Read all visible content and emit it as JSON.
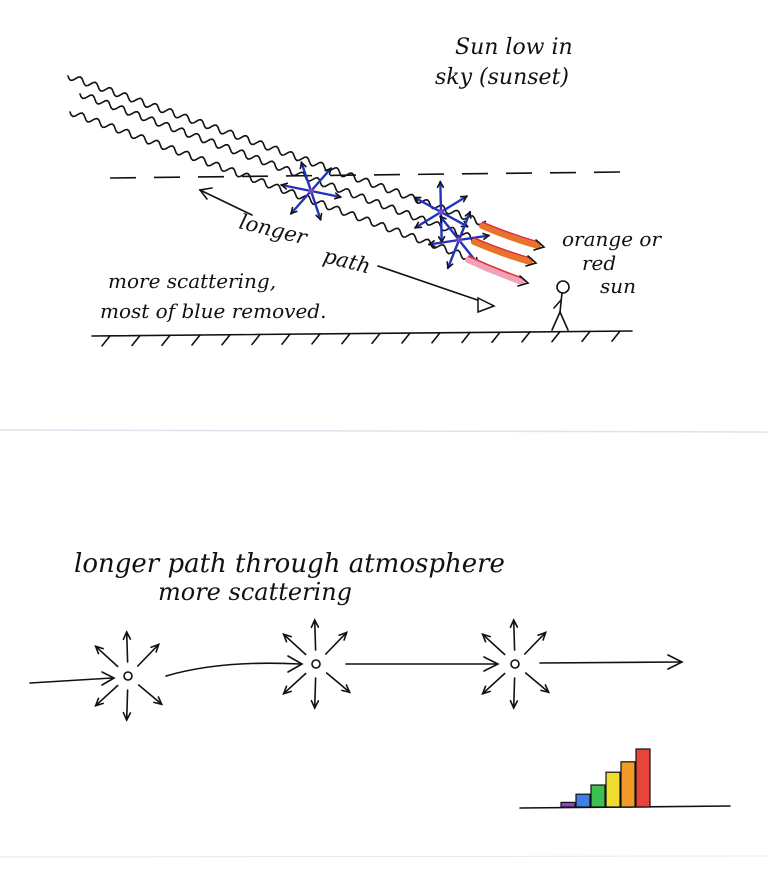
{
  "top_diagram": {
    "title_line1": "Sun low in",
    "title_line2": "sky (sunset)",
    "label_longer": "longer",
    "label_path": "path",
    "label_more_scattering": "more scattering,",
    "label_blue_removed": "most of blue removed.",
    "label_orange": "orange or",
    "label_red": "red",
    "label_sun": "sun",
    "colors": {
      "scatter": "#2233bb",
      "orange": "#e8742a",
      "red": "#e0303a",
      "pink": "#f2a2b8"
    }
  },
  "bottom_diagram": {
    "label_line1": "longer path through atmosphere",
    "label_line2": "more scattering",
    "spectrum_colors": [
      "#9b3fc9",
      "#3f7fe8",
      "#3fbf4f",
      "#f1dd2f",
      "#f39a2a",
      "#e8443a"
    ],
    "spectrum_relative_intensity": [
      0.08,
      0.22,
      0.38,
      0.6,
      0.78,
      1.0
    ]
  }
}
